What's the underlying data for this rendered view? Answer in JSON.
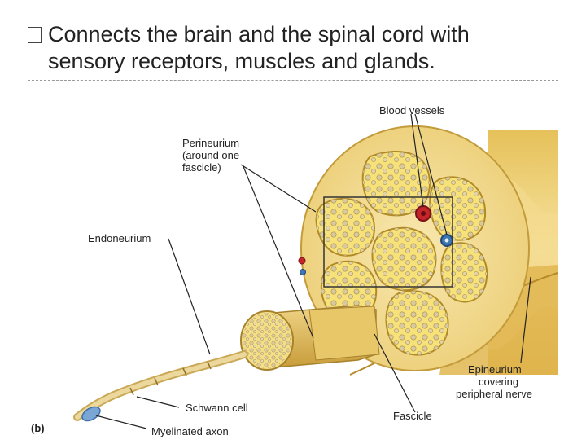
{
  "bullet": {
    "icon": "box-bullet-icon",
    "line1": "Connects the brain and the spinal cord with",
    "line2": "sensory receptors, muscles and glands."
  },
  "diagram": {
    "labels": {
      "blood_vessels": "Blood vessels",
      "perineurium_1": "Perineurium",
      "perineurium_2": "(around one",
      "perineurium_3": "fascicle)",
      "endoneurium": "Endoneurium",
      "epineurium_1": "Epineurium",
      "epineurium_2": "covering",
      "epineurium_3": "peripheral nerve",
      "schwann": "Schwann cell",
      "fascicle": "Fascicle",
      "myelinated": "Myelinated axon",
      "panel": "(b)"
    },
    "colors": {
      "nerve_body": "#f1d77a",
      "nerve_edge": "#c9a33c",
      "fascicle_fill": "#f7e27a",
      "fascicle_edge": "#b08a28",
      "axon_dot": "#d8c79b",
      "artery": "#c4252b",
      "vein": "#3d76b0",
      "axon_tip": "#7aa6d6"
    }
  }
}
